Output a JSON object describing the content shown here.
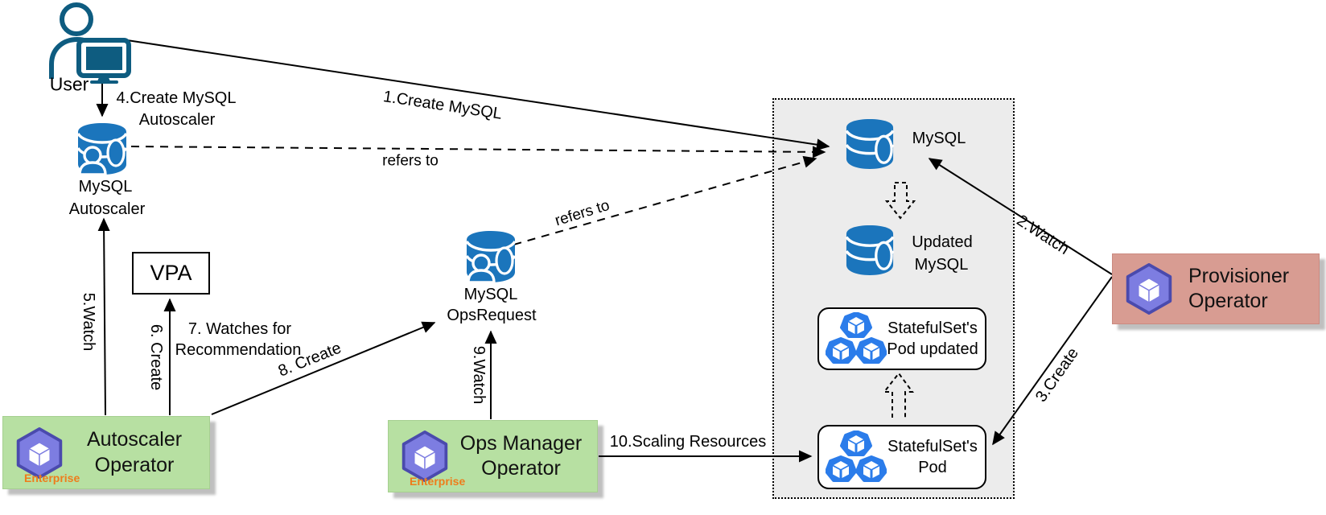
{
  "diagram": {
    "title_hint": "MySQL autoscaling flow with KubeDB operators",
    "nodes": {
      "user": {
        "label": "User"
      },
      "mysql_autoscaler": {
        "label_line1": "MySQL",
        "label_line2": "Autoscaler"
      },
      "vpa": {
        "label": "VPA"
      },
      "mysql_opsrequest": {
        "label_line1": "MySQL",
        "label_line2": "OpsRequest"
      },
      "mysql": {
        "label": "MySQL"
      },
      "updated_mysql": {
        "label_line1": "Updated",
        "label_line2": "MySQL"
      },
      "statefulset_pod_updated": {
        "label_line1": "StatefulSet's",
        "label_line2": "Pod updated"
      },
      "statefulset_pod": {
        "label_line1": "StatefulSet's",
        "label_line2": "Pod"
      },
      "autoscaler_operator": {
        "label_line1": "Autoscaler",
        "label_line2": "Operator",
        "badge": "Enterprise"
      },
      "ops_manager_operator": {
        "label_line1": "Ops Manager",
        "label_line2": "Operator",
        "badge": "Enterprise"
      },
      "provisioner_operator": {
        "label_line1": "Provisioner",
        "label_line2": "Operator"
      }
    },
    "edges": {
      "create_mysql": "1.Create MySQL",
      "watch_mysql": "2.Watch",
      "create_statefulset": "3.Create",
      "create_mysql_autoscaler_line1": "4.Create MySQL",
      "create_mysql_autoscaler_line2": "Autoscaler",
      "watch_autoscaler": "5.Watch",
      "create_vpa": "6. Create",
      "watches_recommendation_line1": "7. Watches for",
      "watches_recommendation_line2": "Recommendation",
      "create_opsrequest": "8. Create",
      "watch_opsrequest": "9.Watch",
      "scaling_resources": "10.Scaling Resources",
      "refers_to_autoscaler": "refers to",
      "refers_to_opsrequest": "refers to"
    },
    "colors": {
      "db_icon_blue": "#1b75bc",
      "pod_icon_blue": "#2b7cea",
      "operator_purple": "#7d7de1",
      "operator_purple_stroke": "#4a4aad",
      "operator_green_bg": "#b7e0a2",
      "provisioner_salmon_bg": "#d89c92",
      "user_icon_teal": "#0e5c80",
      "enterprise_orange": "#ee7c1b",
      "zone_gray_bg": "#ececec"
    }
  }
}
